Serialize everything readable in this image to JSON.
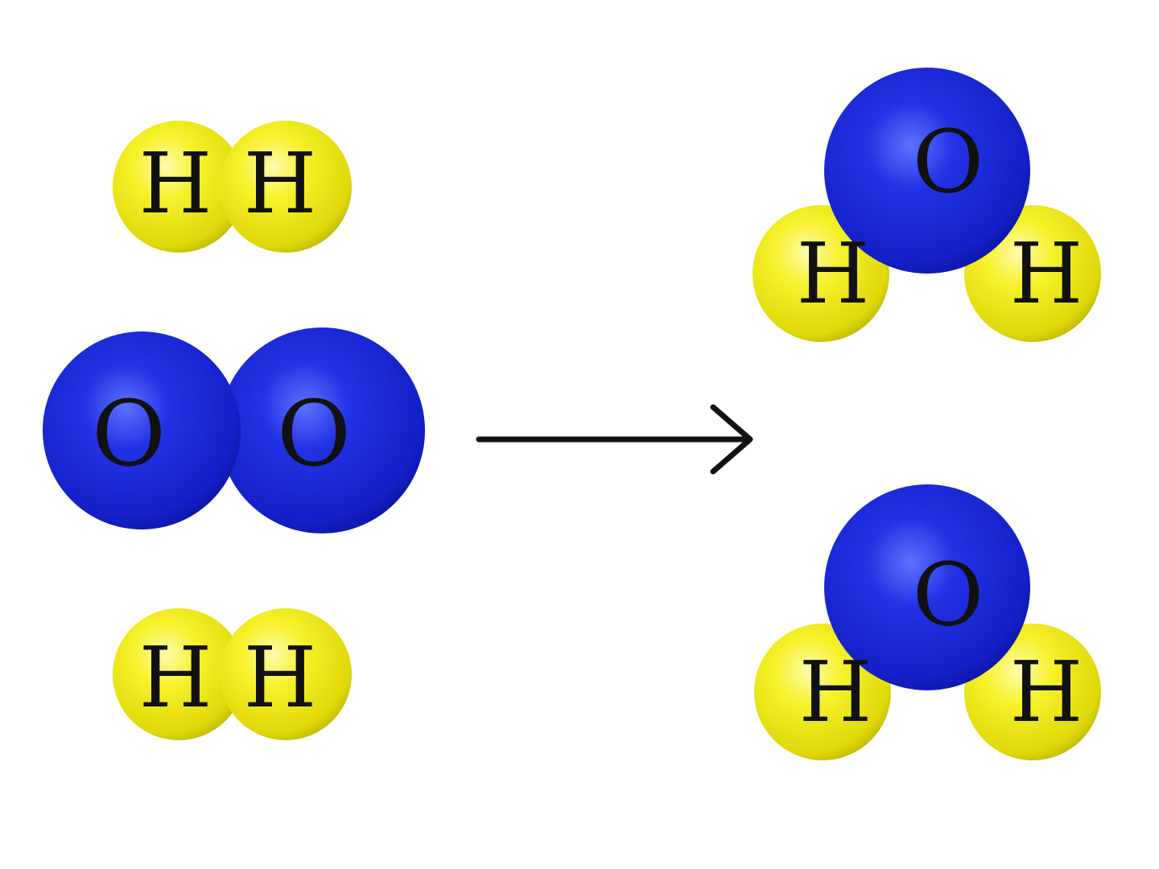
{
  "colors": {
    "hydrogen": "#f2ee1a",
    "oxygen": "#1a22d8",
    "arrow": "#111111",
    "background": "#ffffff"
  },
  "reactants": {
    "hydrogen_molecule_1": {
      "atom_1": "H",
      "atom_2": "H"
    },
    "oxygen_molecule": {
      "atom_1": "O",
      "atom_2": "O"
    },
    "hydrogen_molecule_2": {
      "atom_1": "H",
      "atom_2": "H"
    }
  },
  "products": {
    "water_molecule_1": {
      "oxygen": "O",
      "hydrogen_left": "H",
      "hydrogen_right": "H"
    },
    "water_molecule_2": {
      "oxygen": "O",
      "hydrogen_left": "H",
      "hydrogen_right": "H"
    }
  },
  "arrow_icon": "right-arrow-icon"
}
